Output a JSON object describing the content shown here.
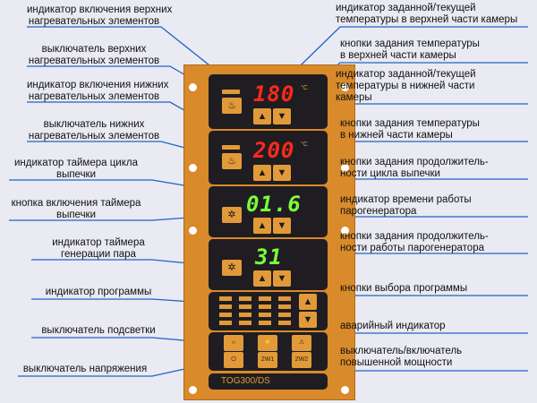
{
  "left_labels": [
    [
      "индикатор включения верхних",
      "нагревательных элементов"
    ],
    [
      "выключатель верхних",
      "нагревательных элементов"
    ],
    [
      "индикатор включения нижних",
      "нагревательных элементов"
    ],
    [
      "выключатель нижних",
      "нагревательных элементов"
    ],
    [
      "индикатор таймера цикла",
      "выпечки"
    ],
    [
      "кнопка включения таймера",
      "выпечки"
    ],
    [
      "индикатор таймера",
      "генерации пара"
    ],
    [
      "индикатор программы"
    ],
    [
      "выключатель подсветки"
    ],
    [
      "выключатель напряжения"
    ]
  ],
  "right_labels": [
    [
      "индикатор заданной/текущей",
      "температуры в верхней части камеры"
    ],
    [
      "кнопки задания температуры",
      "в верхней части камеры"
    ],
    [
      "индикатор заданной/текущей",
      "температуры в нижней части",
      "камеры"
    ],
    [
      "кнопки задания температуры",
      "в нижней части камеры"
    ],
    [
      "кнопки задания продолжитель-",
      "ности цикла выпечки"
    ],
    [
      "индикатор времени работы",
      "парогенератора"
    ],
    [
      "кнопки задания продолжитель-",
      "ности работы парогенератора"
    ],
    [
      "кнопки выбора программы"
    ],
    [
      "аварийный индикатор"
    ],
    [
      "выключатель/включатель",
      "повышенной мощности"
    ]
  ],
  "panel": {
    "top_temp": "180",
    "bottom_temp": "200",
    "bake_timer": "01.6",
    "steam_timer": "31",
    "temp_unit": "°C",
    "up": "▲",
    "down": "▼",
    "sw1": "2W1",
    "sw2": "2W2",
    "model": "TOG300/DS"
  },
  "colors": {
    "panel": "#d98a2a",
    "line": "#1e63c8"
  }
}
